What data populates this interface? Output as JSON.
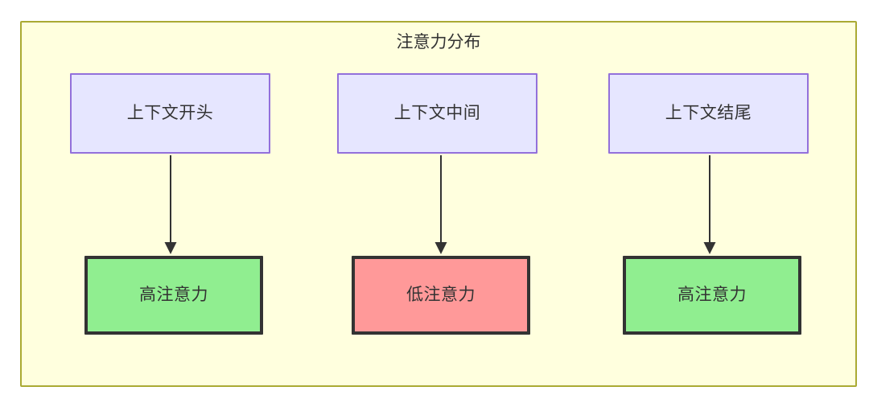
{
  "diagram": {
    "title": "注意力分布",
    "container": {
      "fill_color": "#ffffde",
      "border_color": "#aaaa33"
    },
    "context_nodes": [
      {
        "label": "上下文开头",
        "fill_color": "#e6e6ff",
        "border_color": "#9370db"
      },
      {
        "label": "上下文中间",
        "fill_color": "#e6e6ff",
        "border_color": "#9370db"
      },
      {
        "label": "上下文结尾",
        "fill_color": "#e6e6ff",
        "border_color": "#9370db"
      }
    ],
    "attention_nodes": [
      {
        "label": "高注意力",
        "level": "high",
        "fill_color": "#90ee90",
        "border_color": "#333333"
      },
      {
        "label": "低注意力",
        "level": "low",
        "fill_color": "#ff9999",
        "border_color": "#333333"
      },
      {
        "label": "高注意力",
        "level": "high",
        "fill_color": "#90ee90",
        "border_color": "#333333"
      }
    ],
    "edges": [
      {
        "from": "上下文开头",
        "to": "高注意力",
        "style": "arrow-down"
      },
      {
        "from": "上下文中间",
        "to": "低注意力",
        "style": "arrow-down"
      },
      {
        "from": "上下文结尾",
        "to": "高注意力",
        "style": "arrow-down"
      }
    ]
  }
}
